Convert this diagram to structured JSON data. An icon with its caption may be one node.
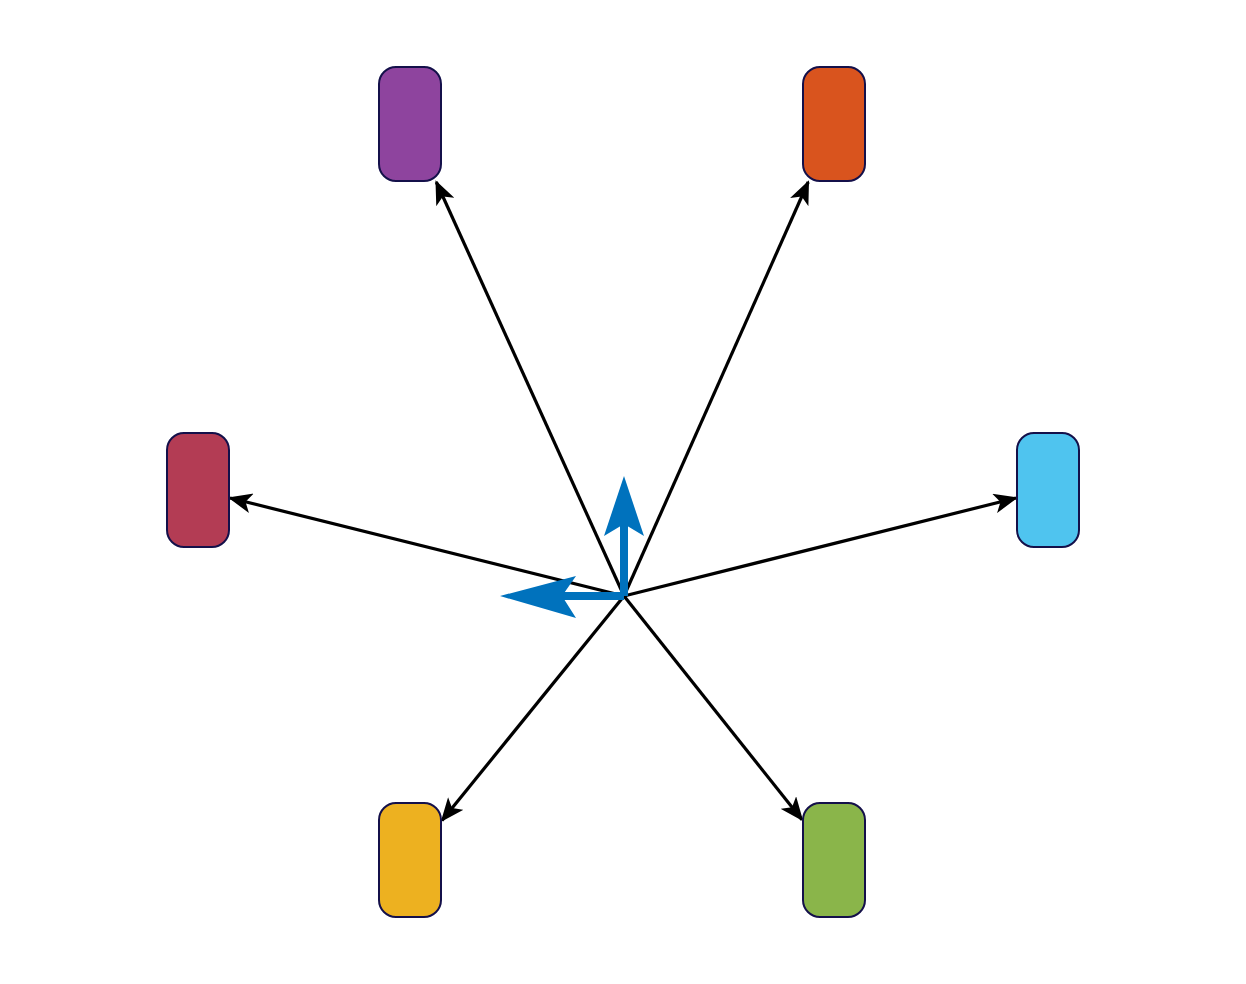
{
  "diagram": {
    "nodes": [
      {
        "text": [],
        "shape": "box"
      },
      {
        "text": [],
        "shape": "box"
      },
      {
        "text": [],
        "shape": "box"
      },
      {
        "text": [],
        "shape": "box"
      },
      {
        "text": [],
        "shape": "box"
      },
      {
        "text": [],
        "shape": "box"
      }
    ],
    "edges": [
      {
        "from": null,
        "to": 0,
        "arrow": "to"
      },
      {
        "from": null,
        "to": 1,
        "arrow": "to"
      },
      {
        "from": null,
        "to": 2,
        "arrow": "to"
      },
      {
        "from": null,
        "to": 3,
        "arrow": "to"
      },
      {
        "from": null,
        "to": 4,
        "arrow": "to"
      },
      {
        "from": null,
        "to": 5,
        "arrow": "to"
      }
    ]
  }
}
